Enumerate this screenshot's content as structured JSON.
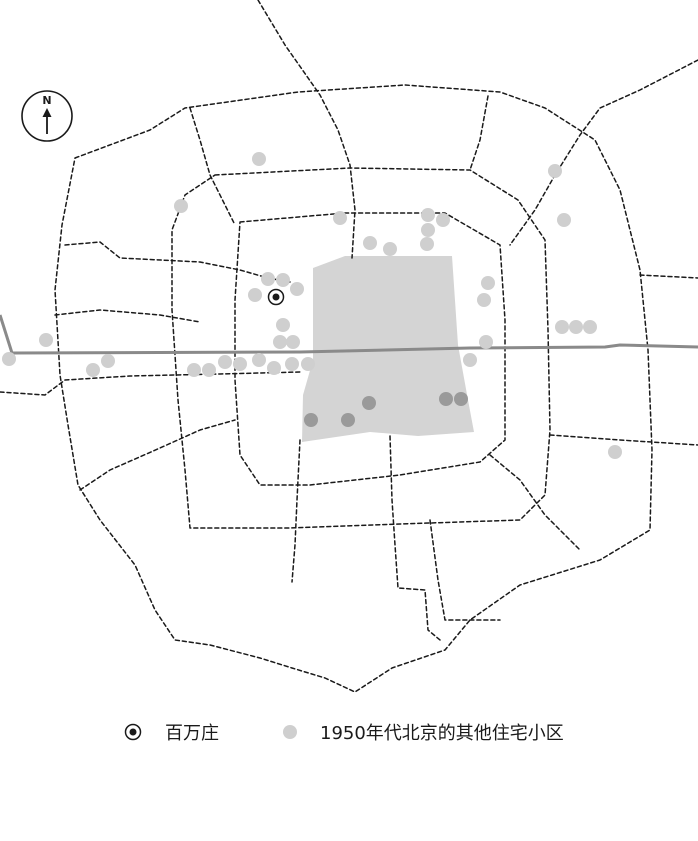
{
  "compass": {
    "letter": "N"
  },
  "legend": {
    "items": [
      {
        "label": "百万庄",
        "marker": "target-dot"
      },
      {
        "label": "1950年代北京的其他住宅小区",
        "marker": "grey-dot"
      }
    ]
  },
  "colors": {
    "road": "#1a1a1a",
    "axis_road": "#8a8a8a",
    "central_block": "#d4d4d4",
    "dot_light": "#cfcfcf",
    "dot_dark": "#9a9a9a",
    "highlight": "#1a1a1a"
  }
}
